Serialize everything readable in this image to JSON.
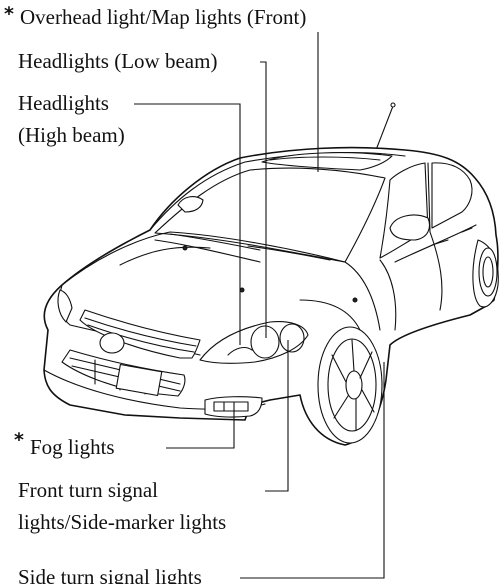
{
  "labels": {
    "overhead": {
      "star": "*",
      "text": "Overhead light/Map lights (Front)"
    },
    "low_beam": {
      "text": "Headlights (Low beam)"
    },
    "high_beam": {
      "line1": "Headlights",
      "line2": "(High beam)"
    },
    "fog": {
      "star": "*",
      "text": "Fog lights"
    },
    "front_turn": {
      "line1": "Front turn signal",
      "line2": "lights/Side-marker lights"
    },
    "side_turn": {
      "text": "Side turn signal lights"
    }
  }
}
